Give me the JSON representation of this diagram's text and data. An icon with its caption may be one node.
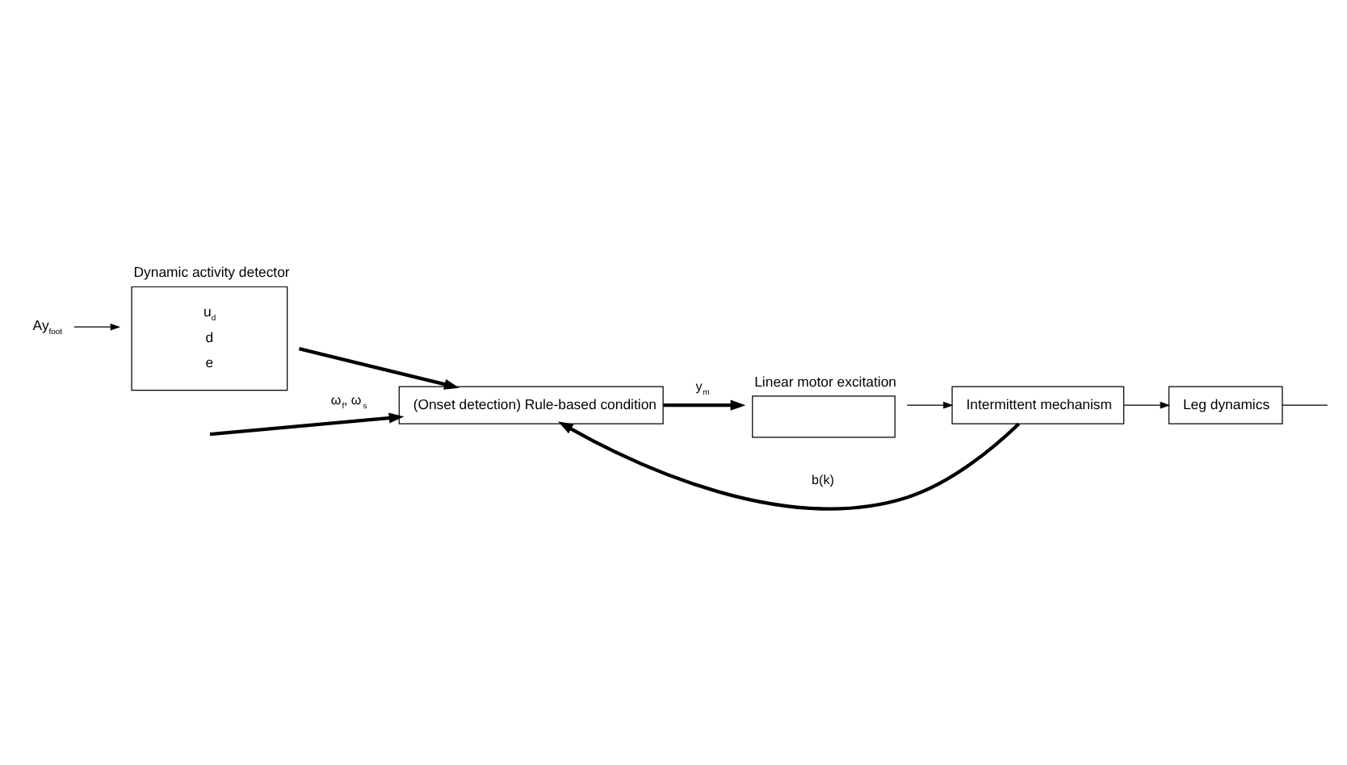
{
  "diagram": {
    "nodes": [
      {
        "text": [
          "Ay$_{foot}$"
        ]
      },
      {
        "text": [
          "Dynamic activity detector",
          "u$_{d}$",
          "d",
          "e"
        ]
      },
      {
        "text": [
          "(Onset detection) Rule-based condition"
        ]
      },
      {
        "text": [
          "Linear motor excitation"
        ]
      },
      {
        "text": [
          "Intermittent mechanism"
        ]
      },
      {
        "text": [
          "Leg dynamics"
        ]
      }
    ],
    "edges": [
      {
        "from": 0,
        "to": 1,
        "arrow": "to"
      },
      {
        "from": 1,
        "to": 2,
        "arrow": "to",
        "style": "thick"
      },
      {
        "from": null,
        "to": 2,
        "arrow": "to",
        "style": "thick",
        "label": "ω$_{f}$, ω$_{s}$"
      },
      {
        "from": 2,
        "to": 3,
        "arrow": "to",
        "style": "thick",
        "label": "y$_{m}$"
      },
      {
        "from": 3,
        "to": 4,
        "arrow": "to"
      },
      {
        "from": 4,
        "to": 5,
        "arrow": "to"
      },
      {
        "from": 4,
        "to": 2,
        "arrow": "to",
        "style": "thick",
        "label": "b(k)"
      },
      {
        "from": 5,
        "to": null,
        "arrow": "none"
      }
    ]
  }
}
